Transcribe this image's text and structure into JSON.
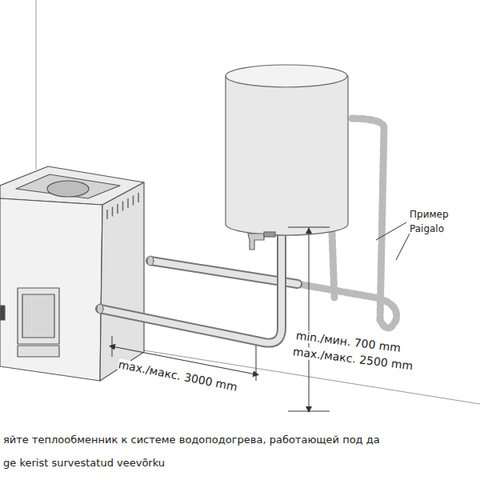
{
  "diagram": {
    "labels": [
      "Пример",
      "Paigalo",
      "min./мин. 700 mm",
      "max./макс. 2500 mm",
      "max./макс. 3000 mm",
      "яйте теплообменник к системе водоподогрева, работающей под да",
      "ge kerist survestatud veevõrku"
    ]
  }
}
